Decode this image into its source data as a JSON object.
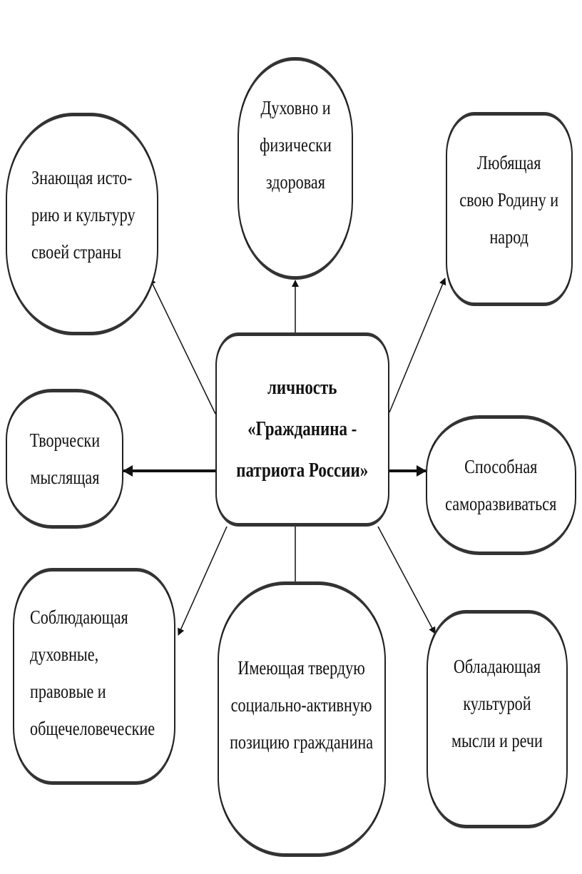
{
  "center": {
    "lines": [
      "личность",
      "«Гражданина -",
      "патриота России»"
    ]
  },
  "nodes": {
    "history": {
      "lines": [
        "Знающая исто-",
        "рию и культуру",
        "своей страны"
      ]
    },
    "health": {
      "lines": [
        "Духовно и",
        "физически",
        "здоровая"
      ]
    },
    "love": {
      "lines": [
        "Любящая",
        "свою Родину и",
        "народ"
      ]
    },
    "creative": {
      "lines": [
        "Творчески",
        "мыслящая"
      ]
    },
    "selfdev": {
      "lines": [
        "Способная",
        "саморазвиваться"
      ]
    },
    "values": {
      "lines": [
        "Соблюдающая",
        "духовные,",
        "правовые и",
        "общечеловеческие"
      ]
    },
    "position": {
      "lines": [
        "Имеющая твердую",
        "социально-активную",
        "позицию гражданина"
      ]
    },
    "culture": {
      "lines": [
        "Обладающая",
        "культурой",
        "мысли и речи"
      ]
    }
  }
}
